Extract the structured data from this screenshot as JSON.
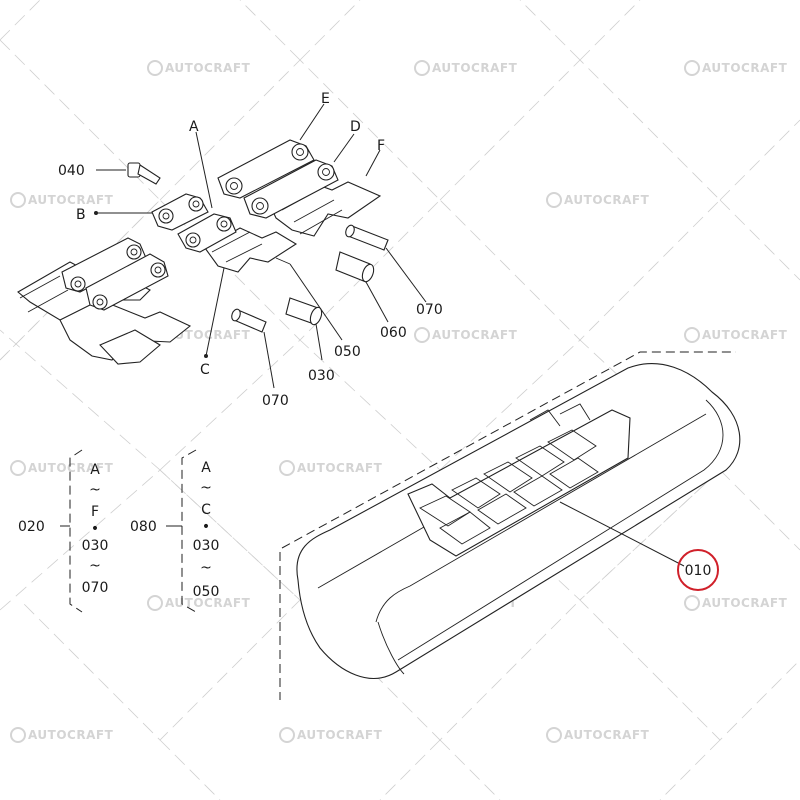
{
  "watermark": {
    "text": "AUTOCRAFT"
  },
  "callouts": {
    "c040": "040",
    "cB": "B",
    "cA": "A",
    "cE": "E",
    "cD": "D",
    "cF": "F",
    "cC": "C",
    "c070a": "070",
    "c070b": "070",
    "c060": "060",
    "c050": "050",
    "c030": "030",
    "c010": "010"
  },
  "sets": {
    "set020": {
      "label": "020",
      "items": [
        "A",
        "~",
        "F",
        "•",
        "030",
        "~",
        "070"
      ]
    },
    "set080": {
      "label": "080",
      "items": [
        "A",
        "~",
        "C",
        "•",
        "030",
        "~",
        "050"
      ]
    }
  },
  "colors": {
    "highlight": "#d0202a",
    "line": "#222222",
    "watermark": "#d4d4d4"
  }
}
